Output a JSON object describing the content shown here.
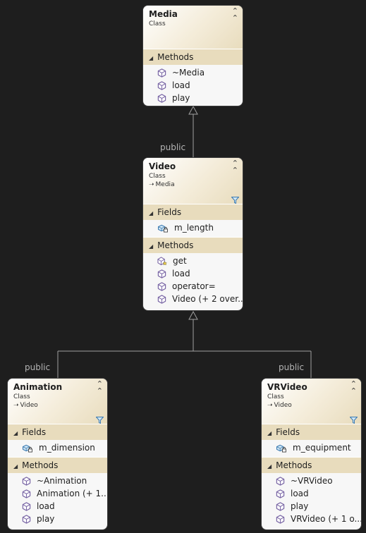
{
  "relations": {
    "media_video": "public",
    "video_animation": "public",
    "video_vrvideo": "public"
  },
  "classes": {
    "media": {
      "name": "Media",
      "kind": "Class",
      "methods_label": "Methods",
      "methods": [
        "~Media",
        "load",
        "play"
      ]
    },
    "video": {
      "name": "Video",
      "kind": "Class",
      "base": "Media",
      "fields_label": "Fields",
      "fields": [
        "m_length"
      ],
      "methods_label": "Methods",
      "methods": [
        "get",
        "load",
        "operator=",
        "Video (+ 2 over..."
      ]
    },
    "animation": {
      "name": "Animation",
      "kind": "Class",
      "base": "Video",
      "fields_label": "Fields",
      "fields": [
        "m_dimension"
      ],
      "methods_label": "Methods",
      "methods": [
        "~Animation",
        "Animation (+ 1...",
        "load",
        "play"
      ]
    },
    "vrvideo": {
      "name": "VRVideo",
      "kind": "Class",
      "base": "Video",
      "fields_label": "Fields",
      "fields": [
        "m_equipment"
      ],
      "methods_label": "Methods",
      "methods": [
        "~VRVideo",
        "load",
        "play",
        "VRVideo (+ 1 o..."
      ]
    }
  },
  "icons": {
    "method": "method-cube-icon",
    "field": "field-lock-icon",
    "static_method": "static-method-icon",
    "collapse": "double-chevron-up-icon",
    "filter": "filter-funnel-icon",
    "inherits": "inheritance-arrow-icon"
  },
  "colors": {
    "background": "#1e1e1e",
    "header_gradient_end": "#e8dcbd",
    "section_header": "#e8dcbd",
    "box_body": "#f7f7f7",
    "icon_purple": "#7b68a6",
    "connector": "#a0a0a0"
  }
}
